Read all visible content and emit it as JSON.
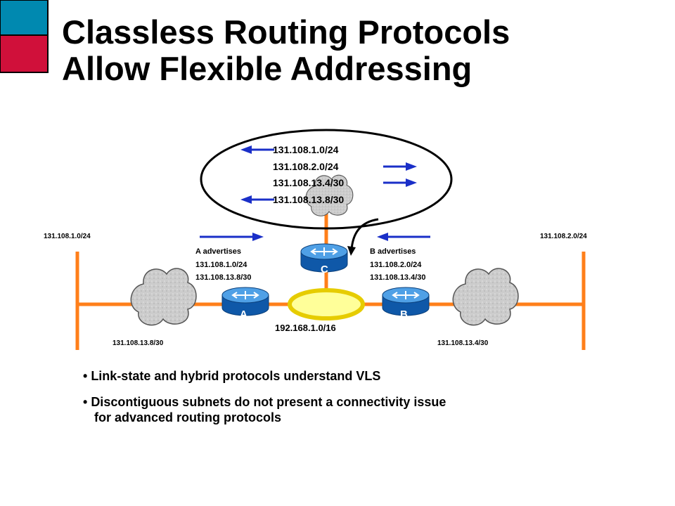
{
  "title": {
    "line1": "Classless Routing Protocols",
    "line2": "Allow Flexible Addressing"
  },
  "colors": {
    "corner_top": "#0089B0",
    "corner_bottom": "#D0103A",
    "link": "#FF7F1A",
    "router": "#1E73C8",
    "arrow": "#1A2FC8",
    "hub": "#FFFF99",
    "cloud": "#C8C8C8"
  },
  "callout": {
    "routes": [
      "131.108.1.0/24",
      "131.108.2.0/24",
      "131.108.13.4/30",
      "131.108.13.8/30"
    ]
  },
  "routers": {
    "a": "A",
    "b": "B",
    "c": "C"
  },
  "network": {
    "left_lan": "131.108.1.0/24",
    "right_lan": "131.108.2.0/24",
    "left_wan": "131.108.13.8/30",
    "right_wan": "131.108.13.4/30",
    "core": "192.168.1.0/16"
  },
  "advertisements": {
    "a": {
      "heading": "A advertises",
      "routes": [
        "131.108.1.0/24",
        "131.108.13.8/30"
      ]
    },
    "b": {
      "heading": "B advertises",
      "routes": [
        "131.108.2.0/24",
        "131.108.13.4/30"
      ]
    }
  },
  "bullets": [
    {
      "text": "Link-state and hybrid protocols understand VLS"
    },
    {
      "text": "Discontiguous subnets do not present a connectivity issue",
      "continuation": "for advanced routing protocols"
    }
  ]
}
